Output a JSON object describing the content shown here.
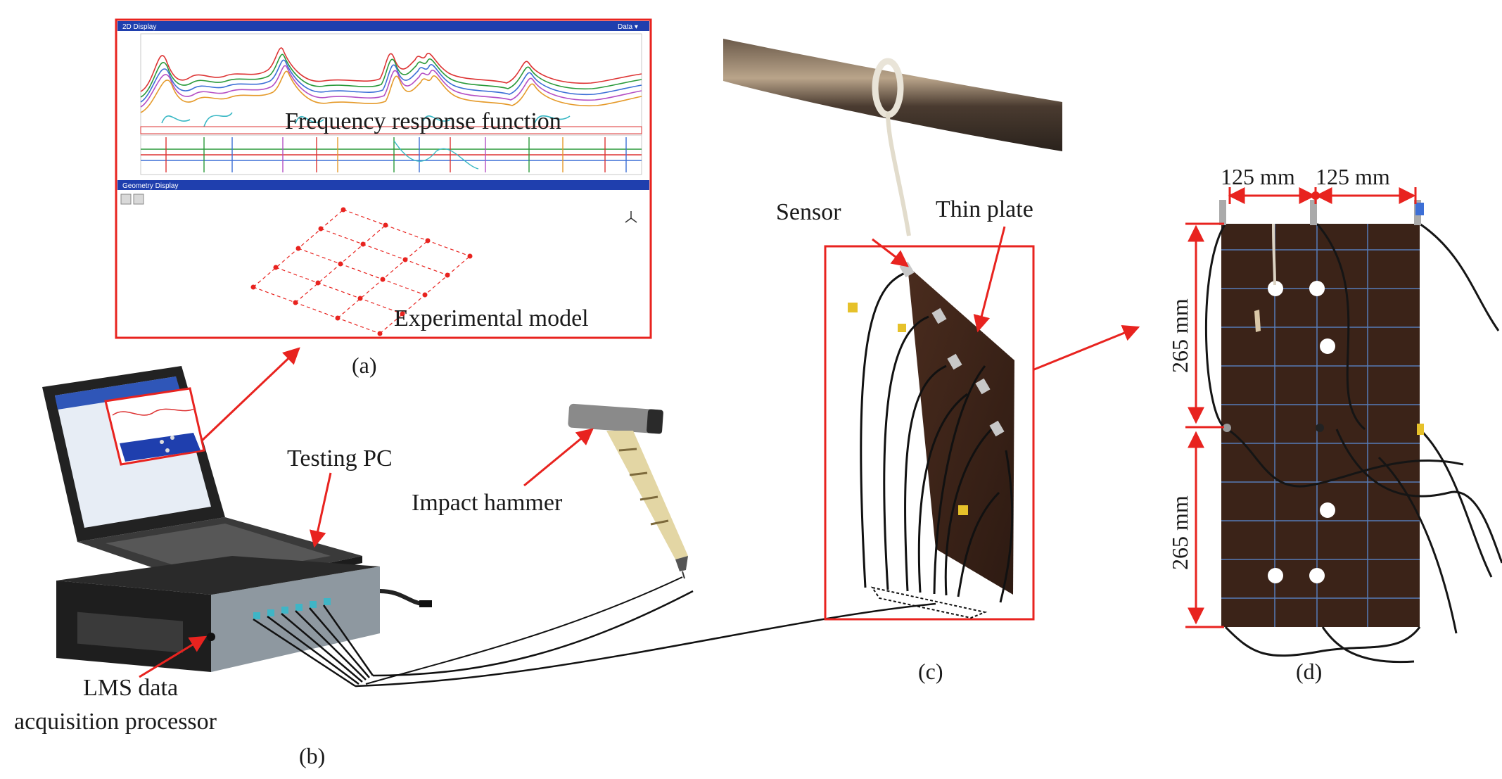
{
  "panel_a": {
    "window_title": "2D Display",
    "window_menu": "Data ▾",
    "lower_title": "Geometry Display",
    "frf_label": "Frequency response function",
    "model_label": "Experimental model",
    "caption": "(a)"
  },
  "panel_b": {
    "pc_label": "Testing PC",
    "lms_label_line1": "LMS data",
    "lms_label_line2": "acquisition processor",
    "hammer_label": "Impact hammer",
    "caption": "(b)"
  },
  "panel_c": {
    "sensor_label": "Sensor",
    "plate_label": "Thin plate",
    "caption": "(c)"
  },
  "panel_d": {
    "dim_top_left": "125 mm",
    "dim_top_right": "125 mm",
    "dim_left_upper": "265 mm",
    "dim_left_lower": "265 mm",
    "caption": "(d)"
  },
  "colors": {
    "annotation_red": "#e8231f",
    "window_blue": "#1f3fae",
    "plate_brown": "#3b2318"
  }
}
